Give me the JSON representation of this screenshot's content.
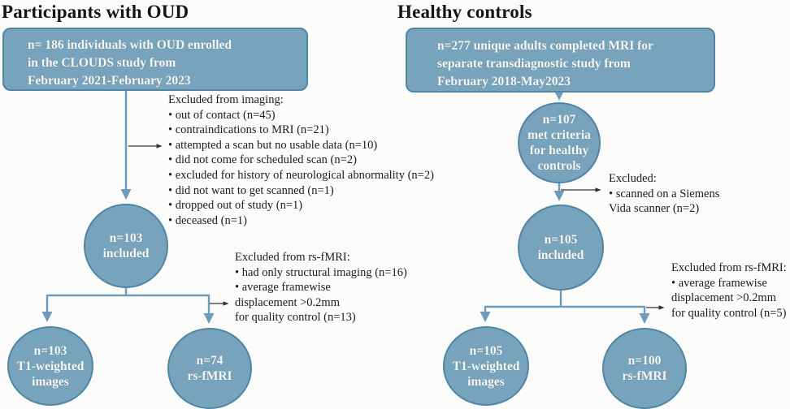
{
  "colors": {
    "shape_fill": "#78a3bd",
    "shape_border": "#4e86a6",
    "flow_arrow": "#6d9cba",
    "exclusion_arrow": "#333333",
    "heading_text": "#151515",
    "note_text": "#1c1c1c",
    "shape_text": "#f7f6f1"
  },
  "left": {
    "heading": "Participants with OUD",
    "enrollment_box_lines": [
      "n= 186 individuals with OUD enrolled",
      "in the CLOUDS study from",
      "February 2021-February 2023"
    ],
    "imaging_exclusions_lines": [
      "Excluded from imaging:",
      "• out of contact (n=45)",
      "• contraindications to MRI (n=21)",
      "• attempted a scan but no usable data (n=10)",
      "• did not come for scheduled scan (n=2)",
      "• excluded for history of neurological abnormality (n=2)",
      "• did not want to get scanned (n=1)",
      "• dropped out of study (n=1)",
      "• deceased (n=1)"
    ],
    "included_circle_lines": [
      "n=103",
      "included"
    ],
    "fmri_exclusions_lines": [
      "Excluded from rs-fMRI:",
      "• had only structural imaging (n=16)",
      "• average framewise",
      "displacement >0.2mm",
      "for quality control (n=13)"
    ],
    "t1_circle_lines": [
      "n=103",
      "T1-weighted",
      "images"
    ],
    "fmri_circle_lines": [
      "n=74",
      "rs-fMRI"
    ]
  },
  "right": {
    "heading": "Healthy controls",
    "enrollment_box_lines": [
      "n=277 unique adults completed MRI for",
      "separate transdiagnostic study from",
      "February 2018-May2023"
    ],
    "criteria_circle_lines": [
      "n=107",
      "met criteria",
      "for healthy",
      "controls"
    ],
    "scanner_exclusions_lines": [
      "Excluded:",
      "• scanned on a Siemens",
      "Vida scanner (n=2)"
    ],
    "included_circle_lines": [
      "n=105",
      "included"
    ],
    "fmri_exclusions_lines": [
      "Excluded from rs-fMRI:",
      "• average framewise",
      "displacement >0.2mm",
      "for quality control (n=5)"
    ],
    "t1_circle_lines": [
      "n=105",
      "T1-weighted",
      "images"
    ],
    "fmri_circle_lines": [
      "n=100",
      "rs-fMRI"
    ]
  }
}
